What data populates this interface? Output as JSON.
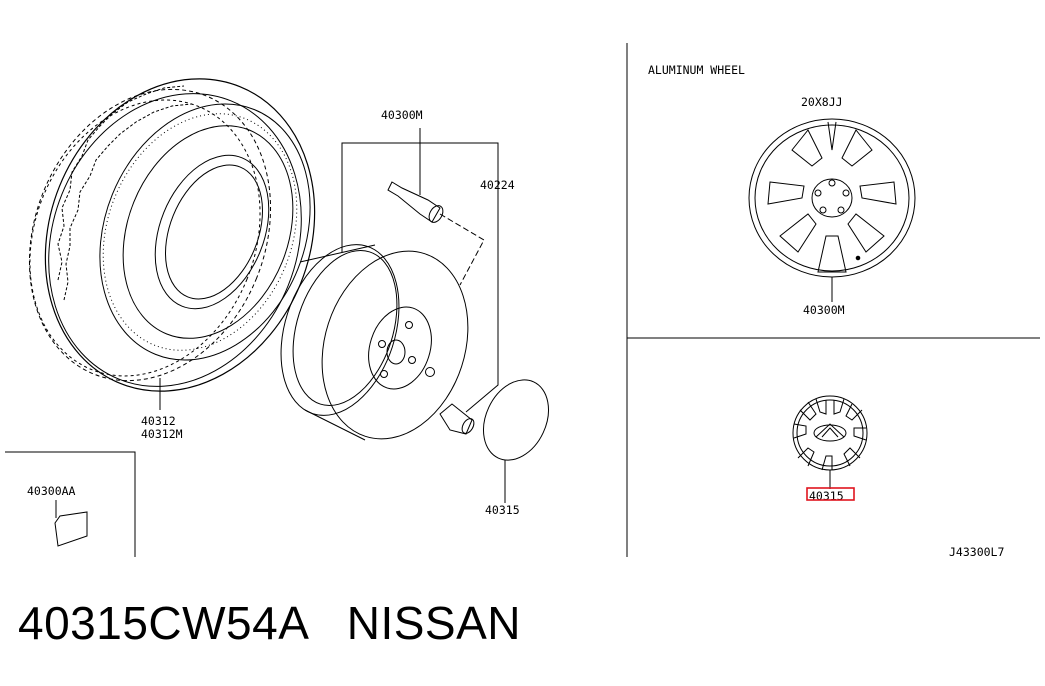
{
  "diagram": {
    "labels": {
      "tire_part_1": "40312",
      "tire_part_2": "40312M",
      "wheel_assembly": "40300M",
      "wheel_nut": "40224",
      "cap_left": "40315",
      "weight": "40300AA",
      "aluminum_title": "ALUMINUM WHEEL",
      "wheel_size": "20X8JJ",
      "wheel_right": "40300M",
      "cap_right": "40315",
      "drawing_code": "J43300L7"
    },
    "highlight_color": "#e0141e"
  },
  "footer": {
    "part_number": "40315CW54A",
    "brand": "NISSAN"
  }
}
